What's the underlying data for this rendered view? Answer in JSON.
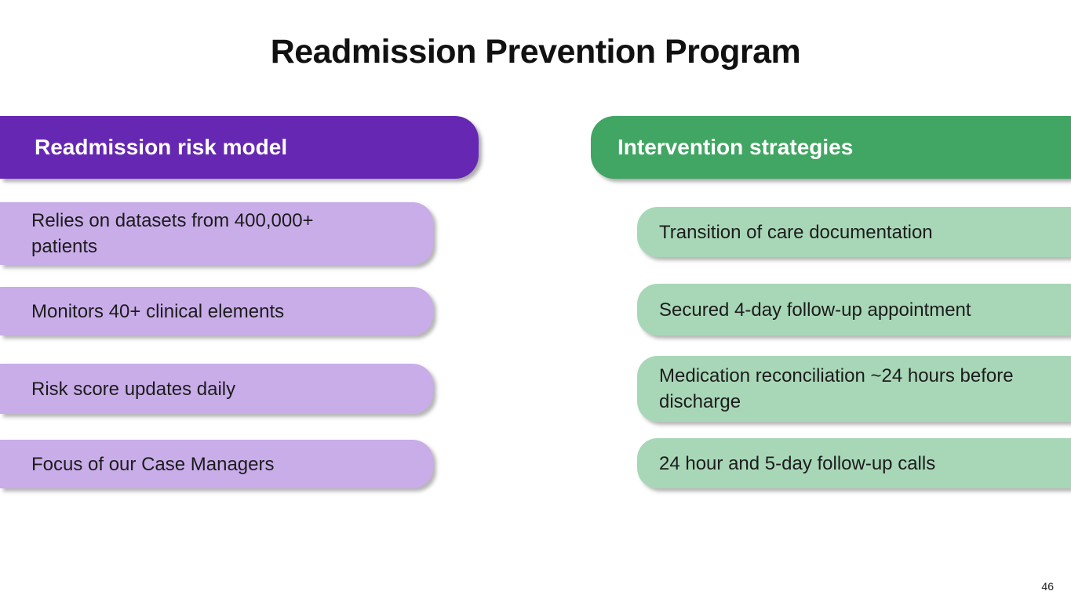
{
  "slide": {
    "title": "Readmission Prevention Program",
    "page_number": "46"
  },
  "colors": {
    "left_header_bg": "#6628b2",
    "left_item_bg": "#c9ade9",
    "right_header_bg": "#41a563",
    "right_item_bg": "#a8d7b8",
    "header_text": "#ffffff",
    "item_text": "#1c1c1c"
  },
  "left_column": {
    "header": "Readmission risk model",
    "items": [
      "Relies on datasets from 400,000+ patients",
      "Monitors 40+ clinical elements",
      "Risk score updates daily",
      "Focus of our Case Managers"
    ]
  },
  "right_column": {
    "header": "Intervention strategies",
    "items": [
      "Transition of care documentation",
      "Secured 4-day follow-up appointment",
      "Medication reconciliation ~24 hours before discharge",
      "24 hour and 5-day follow-up calls"
    ]
  }
}
